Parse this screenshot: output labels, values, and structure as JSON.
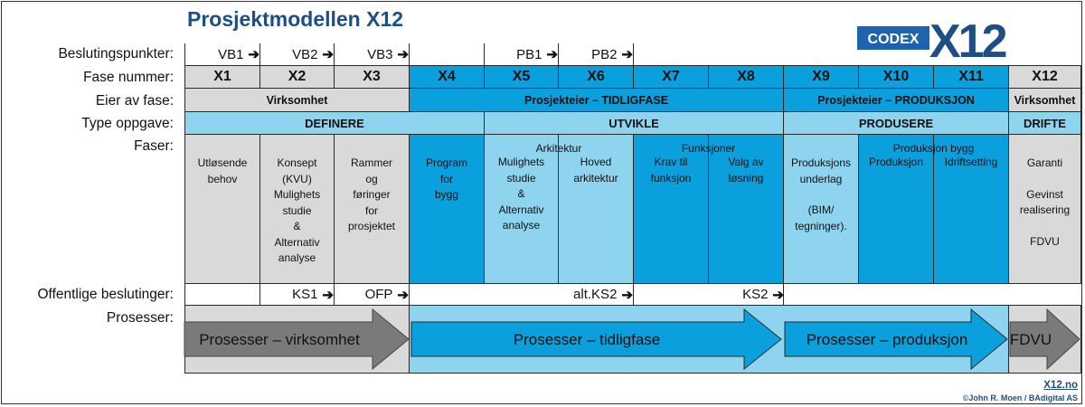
{
  "title": "Prosjektmodellen X12",
  "logo": {
    "text": "CODEX",
    "mark": "X12"
  },
  "labels": {
    "beslutningspunkter": "Beslutingspunkter:",
    "fasenummer": "Fase nummer:",
    "eier": "Eier av fase:",
    "type": "Type oppgave:",
    "faser": "Faser:",
    "offentlige": "Offentlige beslutinger:",
    "prosesser": "Prosesser:"
  },
  "decision_points": {
    "vb1": "VB1",
    "vb2": "VB2",
    "vb3": "VB3",
    "pb1": "PB1",
    "pb2": "PB2",
    "arrow": "➔"
  },
  "phase_numbers": [
    "X1",
    "X2",
    "X3",
    "X4",
    "X5",
    "X6",
    "X7",
    "X8",
    "X9",
    "X10",
    "X11",
    "X12"
  ],
  "owners": {
    "virksomhet": "Virksomhet",
    "tidligfase": "Prosjekteier – TIDLIGFASE",
    "produksjon": "Prosjekteier – PRODUKSJON",
    "virksomhet2": "Virksomhet"
  },
  "task_types": {
    "definere": "DEFINERE",
    "utvikle": "UTVIKLE",
    "produsere": "PRODUSERE",
    "drifte": "DRIFTE"
  },
  "phases": {
    "x1": [
      "Utløsende",
      "behov"
    ],
    "x2": [
      "Konsept",
      "(KVU)",
      "Mulighets",
      "studie",
      "&",
      "Alternativ",
      "analyse"
    ],
    "x3": [
      "Rammer",
      "og",
      "føringer",
      "for",
      "prosjektet"
    ],
    "x4": [
      "Program",
      "for",
      "bygg"
    ],
    "arkitektur": "Arkitektur",
    "x5": [
      "Mulighets",
      "studie",
      "&",
      "Alternativ",
      "analyse"
    ],
    "x6": [
      "Hoved",
      "arkitektur"
    ],
    "funksjoner": "Funksjoner",
    "x7": [
      "Krav til",
      "funksjon"
    ],
    "x8": [
      "Valg av",
      "løsning"
    ],
    "x9": [
      "Produksjons",
      "underlag",
      "",
      "(BIM/",
      "tegninger)."
    ],
    "produksjon_bygg": "Produksjon bygg",
    "x10": [
      "Produksjon"
    ],
    "x11": [
      "Idriftsetting"
    ],
    "x12": [
      "Garanti",
      "",
      "Gevinst",
      "realisering",
      "",
      "FDVU"
    ]
  },
  "public_decisions": {
    "ks1": "KS1",
    "ofp": "OFP",
    "altks2": "alt.KS2",
    "ks2": "KS2",
    "arrow": "➔"
  },
  "processes": {
    "virksomhet": "Prosesser –  virksomhet",
    "tidligfase": "Prosesser – tidligfase",
    "produksjon": "Prosesser – produksjon",
    "fdvu": "FDVU"
  },
  "colors": {
    "gray": "#d9d9d9",
    "light_blue": "#8fd4ee",
    "blue": "#0aa0de",
    "title_blue": "#1d4f86",
    "dark_arrow": "#7a7a7a"
  },
  "footer": {
    "link": "X12.no",
    "copyright": "©John R. Moen / BAdigital AS"
  }
}
